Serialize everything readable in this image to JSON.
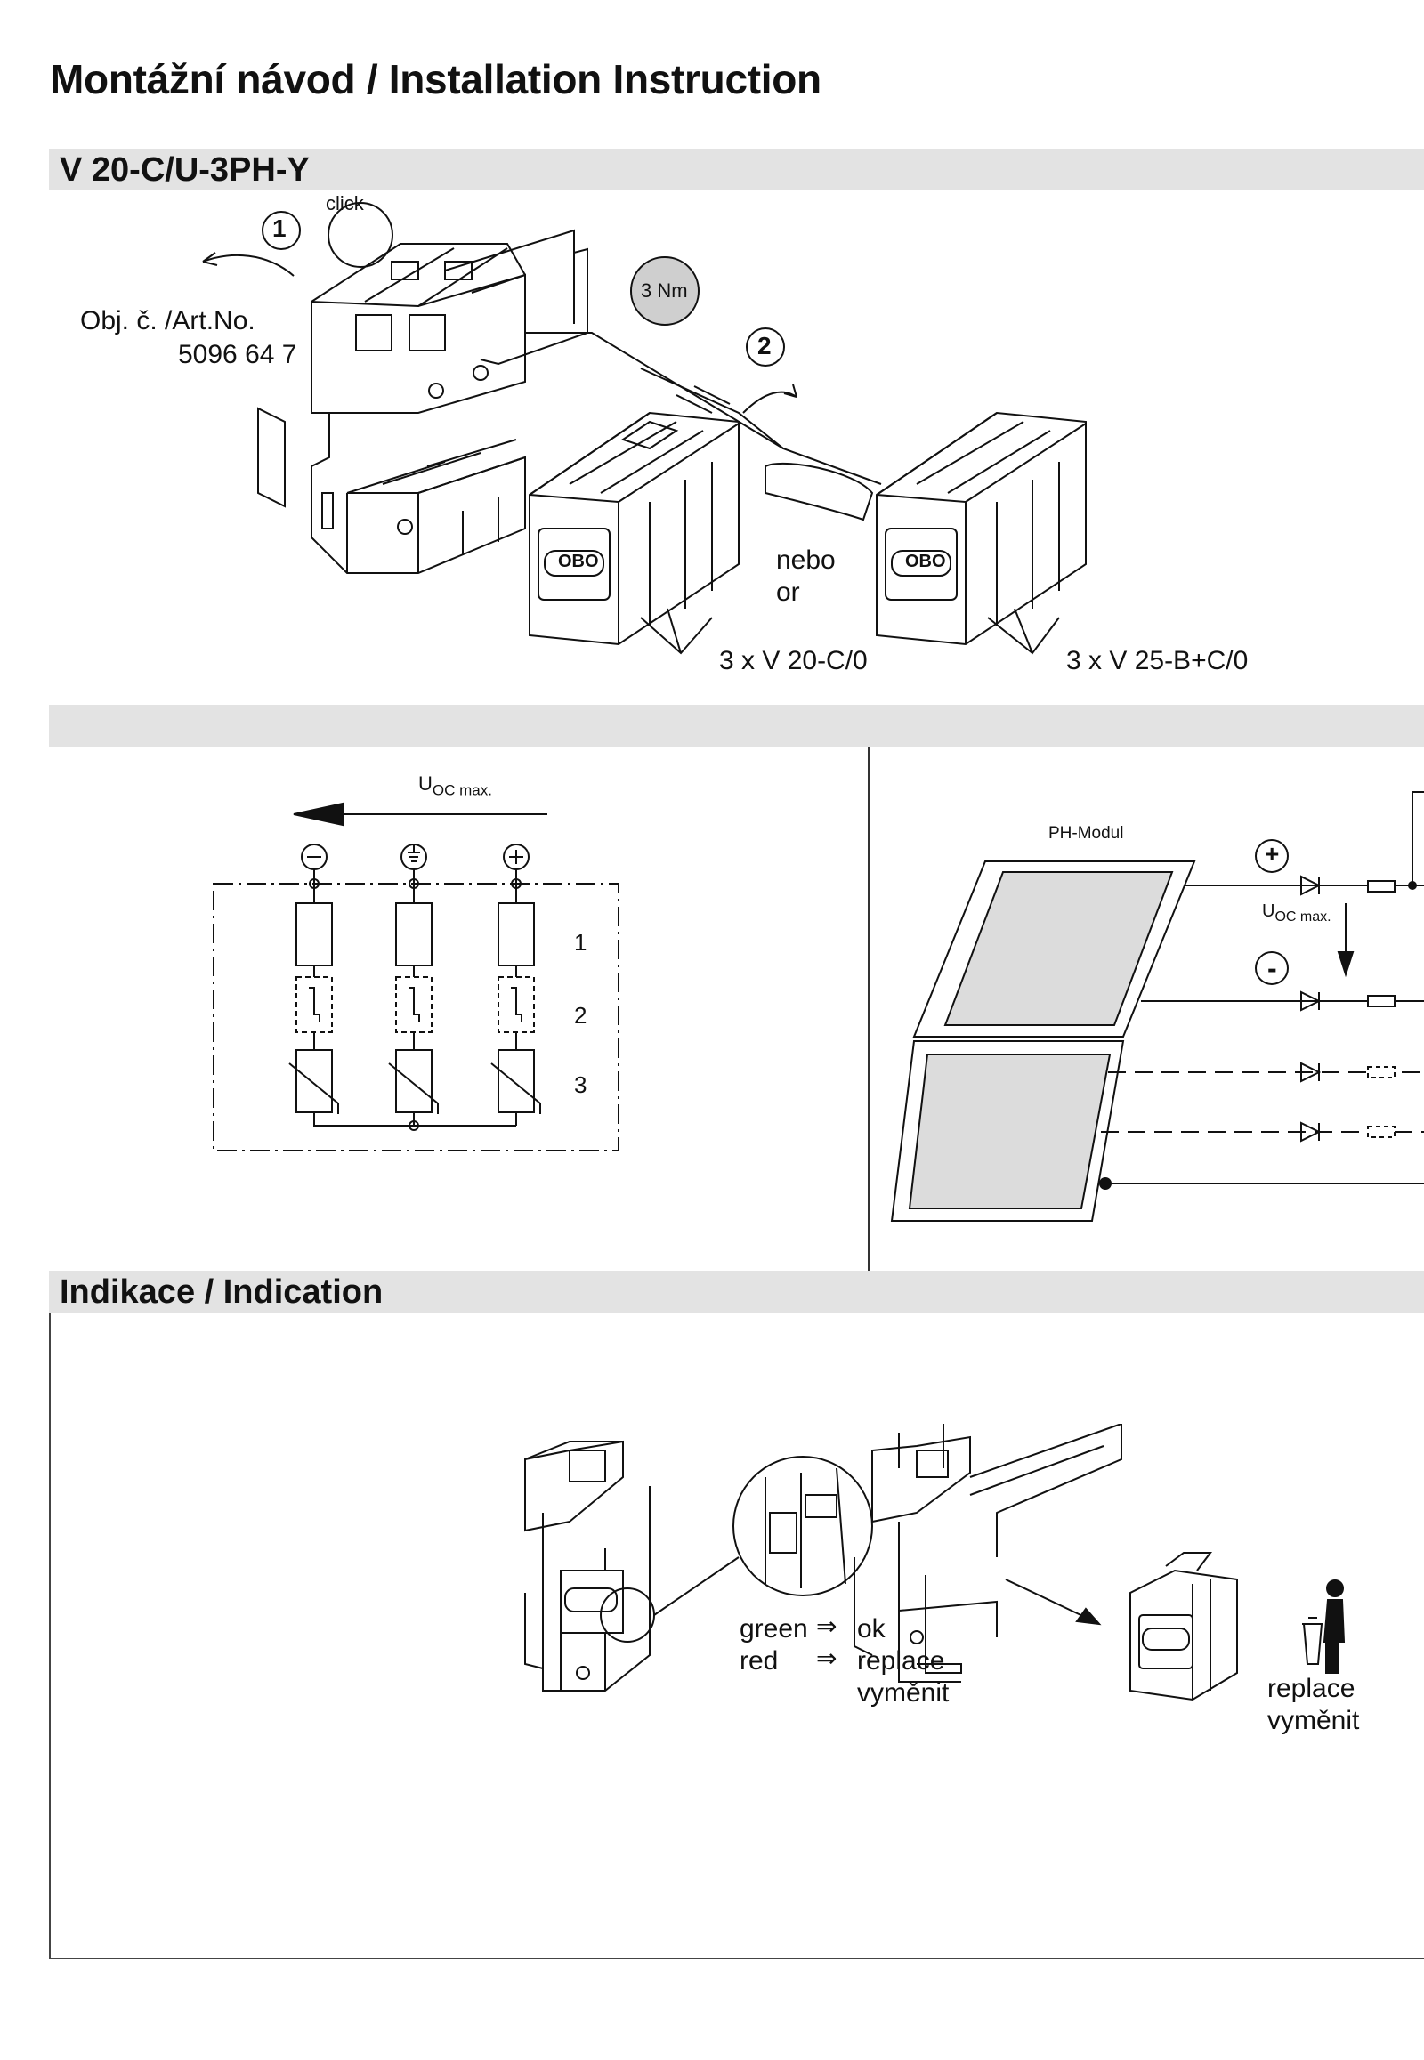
{
  "header": {
    "title": "Montážní návod / Installation Instruction"
  },
  "section_product": {
    "heading": "V 20-C/U-3PH-Y",
    "click_label": "click",
    "step1": "1",
    "step2": "2",
    "article_label": "Obj. č. /Art.No.",
    "article_number": "5096 64 7",
    "torque": "3 Nm",
    "or_cz": "nebo",
    "or_en": "or",
    "option_a": "3 x V 20-C/0",
    "option_b": "3 x V 25-B+C/0",
    "brand": "OBO"
  },
  "section_schematic": {
    "uoc_label": "U",
    "uoc_sub": "OC max.",
    "row_labels": [
      "1",
      "2",
      "3"
    ],
    "ph_module": "PH-Modul",
    "plus": "+",
    "minus": "-"
  },
  "section_indication": {
    "heading": "Indikace / Indication",
    "green": "green",
    "red": "red",
    "ok": "ok",
    "replace": "replace",
    "replace_cz": "vyměnit",
    "replace2": "replace",
    "replace2_cz": "vyměnit"
  }
}
